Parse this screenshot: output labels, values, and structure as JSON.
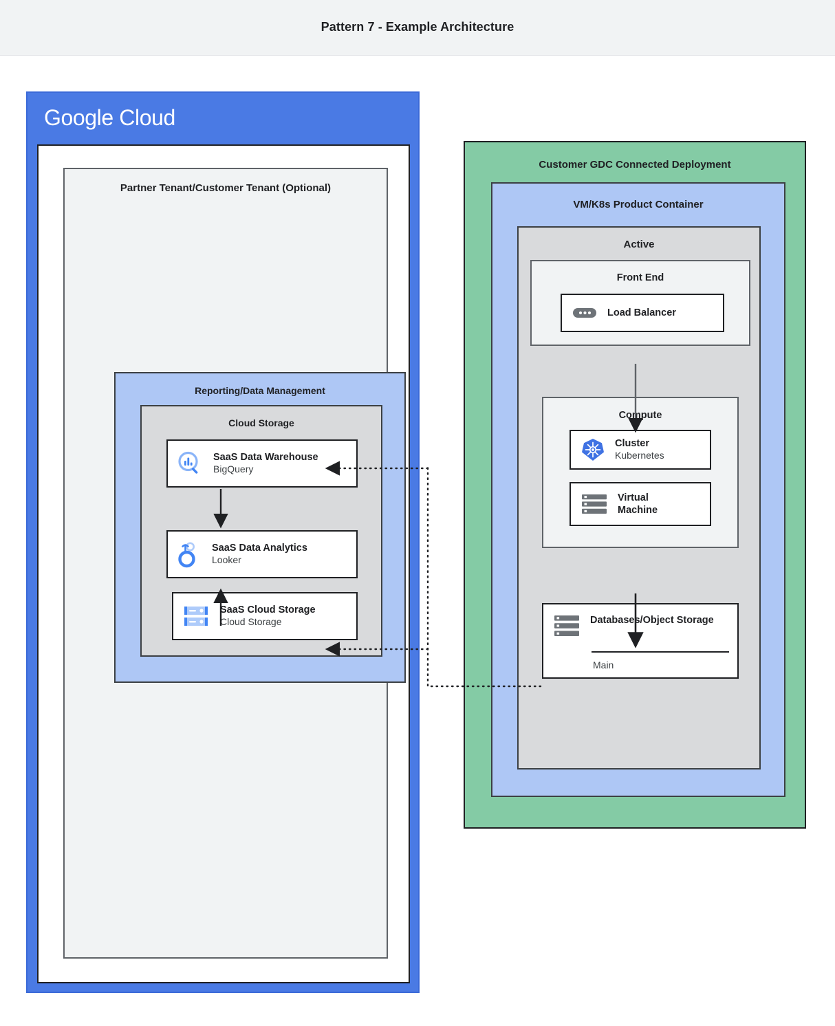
{
  "header": {
    "title": "Pattern 7 - Example Architecture"
  },
  "google_cloud": {
    "logo_bold": "Google",
    "logo_light": "Cloud",
    "brand_color": "#4a7ae4",
    "tenant": {
      "title": "Partner Tenant/Customer Tenant (Optional)",
      "fill": "#f1f3f4"
    },
    "reporting": {
      "title": "Reporting/Data Management",
      "fill": "#aec7f5",
      "cloud_storage_group": {
        "title": "Cloud Storage",
        "fill": "#d9dadc",
        "cards": [
          {
            "icon": "bigquery-icon",
            "title": "SaaS Data Warehouse",
            "subtitle": "BigQuery"
          },
          {
            "icon": "looker-icon",
            "title": "SaaS Data Analytics",
            "subtitle": "Looker"
          },
          {
            "icon": "cloud-storage-icon",
            "title": "SaaS Cloud Storage",
            "subtitle": "Cloud Storage"
          }
        ]
      }
    }
  },
  "gdc": {
    "title": "Customer GDC Connected Deployment",
    "fill": "#84cba5",
    "product_container": {
      "title": "VM/K8s Product Container",
      "fill": "#aec7f5",
      "active": {
        "title": "Active",
        "fill": "#d9dadc",
        "front_end": {
          "title": "Front End",
          "fill": "#f1f3f4",
          "card": {
            "icon": "load-balancer-icon",
            "title": "Load Balancer",
            "subtitle": ""
          }
        },
        "compute": {
          "title": "Compute",
          "fill": "#f1f3f4",
          "cards": [
            {
              "icon": "kubernetes-icon",
              "title": "Cluster",
              "subtitle": "Kubernetes"
            },
            {
              "icon": "virtual-machine-icon",
              "title": "Virtual\nMachine",
              "subtitle": ""
            }
          ]
        },
        "database": {
          "icon": "database-icon",
          "title": "Databases/Object Storage",
          "subtitle": "Main"
        }
      }
    }
  },
  "connectors": {
    "solid_arrows": [
      "SaaS Data Warehouse -> SaaS Data Analytics",
      "SaaS Cloud Storage -> SaaS Data Analytics",
      "Load Balancer -> Compute",
      "Compute -> Databases/Object Storage"
    ],
    "dotted_arrows": [
      "Databases/Object Storage -> SaaS Data Warehouse",
      "Databases/Object Storage -> SaaS Cloud Storage"
    ]
  }
}
